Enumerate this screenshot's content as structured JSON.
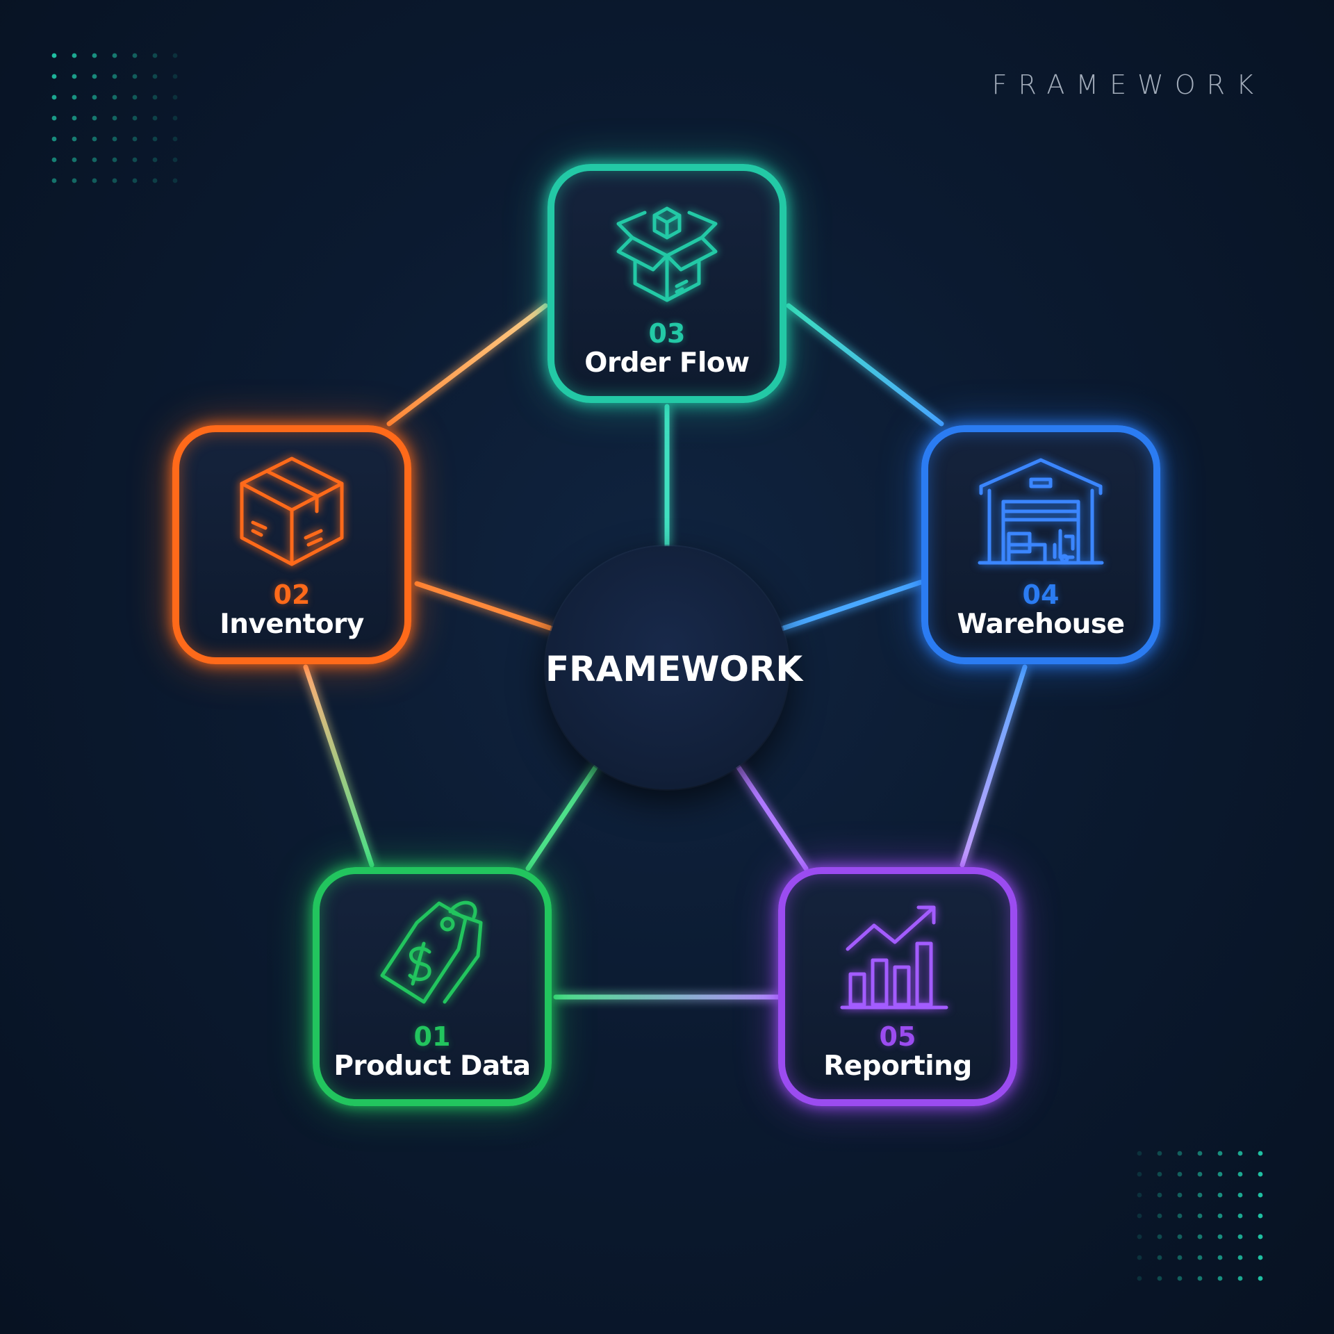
{
  "corner_label": "FRAMEWORK",
  "hub": {
    "label": "FRAMEWORK"
  },
  "nodes": [
    {
      "id": "order-flow",
      "number": "03",
      "label": "Order Flow",
      "icon": "open-box-icon",
      "color": "#23c9a6"
    },
    {
      "id": "inventory",
      "number": "02",
      "label": "Inventory",
      "icon": "package-box-icon",
      "color": "#ff6a1a"
    },
    {
      "id": "warehouse",
      "number": "04",
      "label": "Warehouse",
      "icon": "warehouse-icon",
      "color": "#2b7cf2"
    },
    {
      "id": "product-data",
      "number": "01",
      "label": "Product Data",
      "icon": "price-tag-icon",
      "color": "#22c55e"
    },
    {
      "id": "reporting",
      "number": "05",
      "label": "Reporting",
      "icon": "bar-chart-growth-icon",
      "color": "#9b4cf0"
    }
  ],
  "colors": {
    "background": "#0b1a30",
    "dots": "#22d3b0"
  }
}
